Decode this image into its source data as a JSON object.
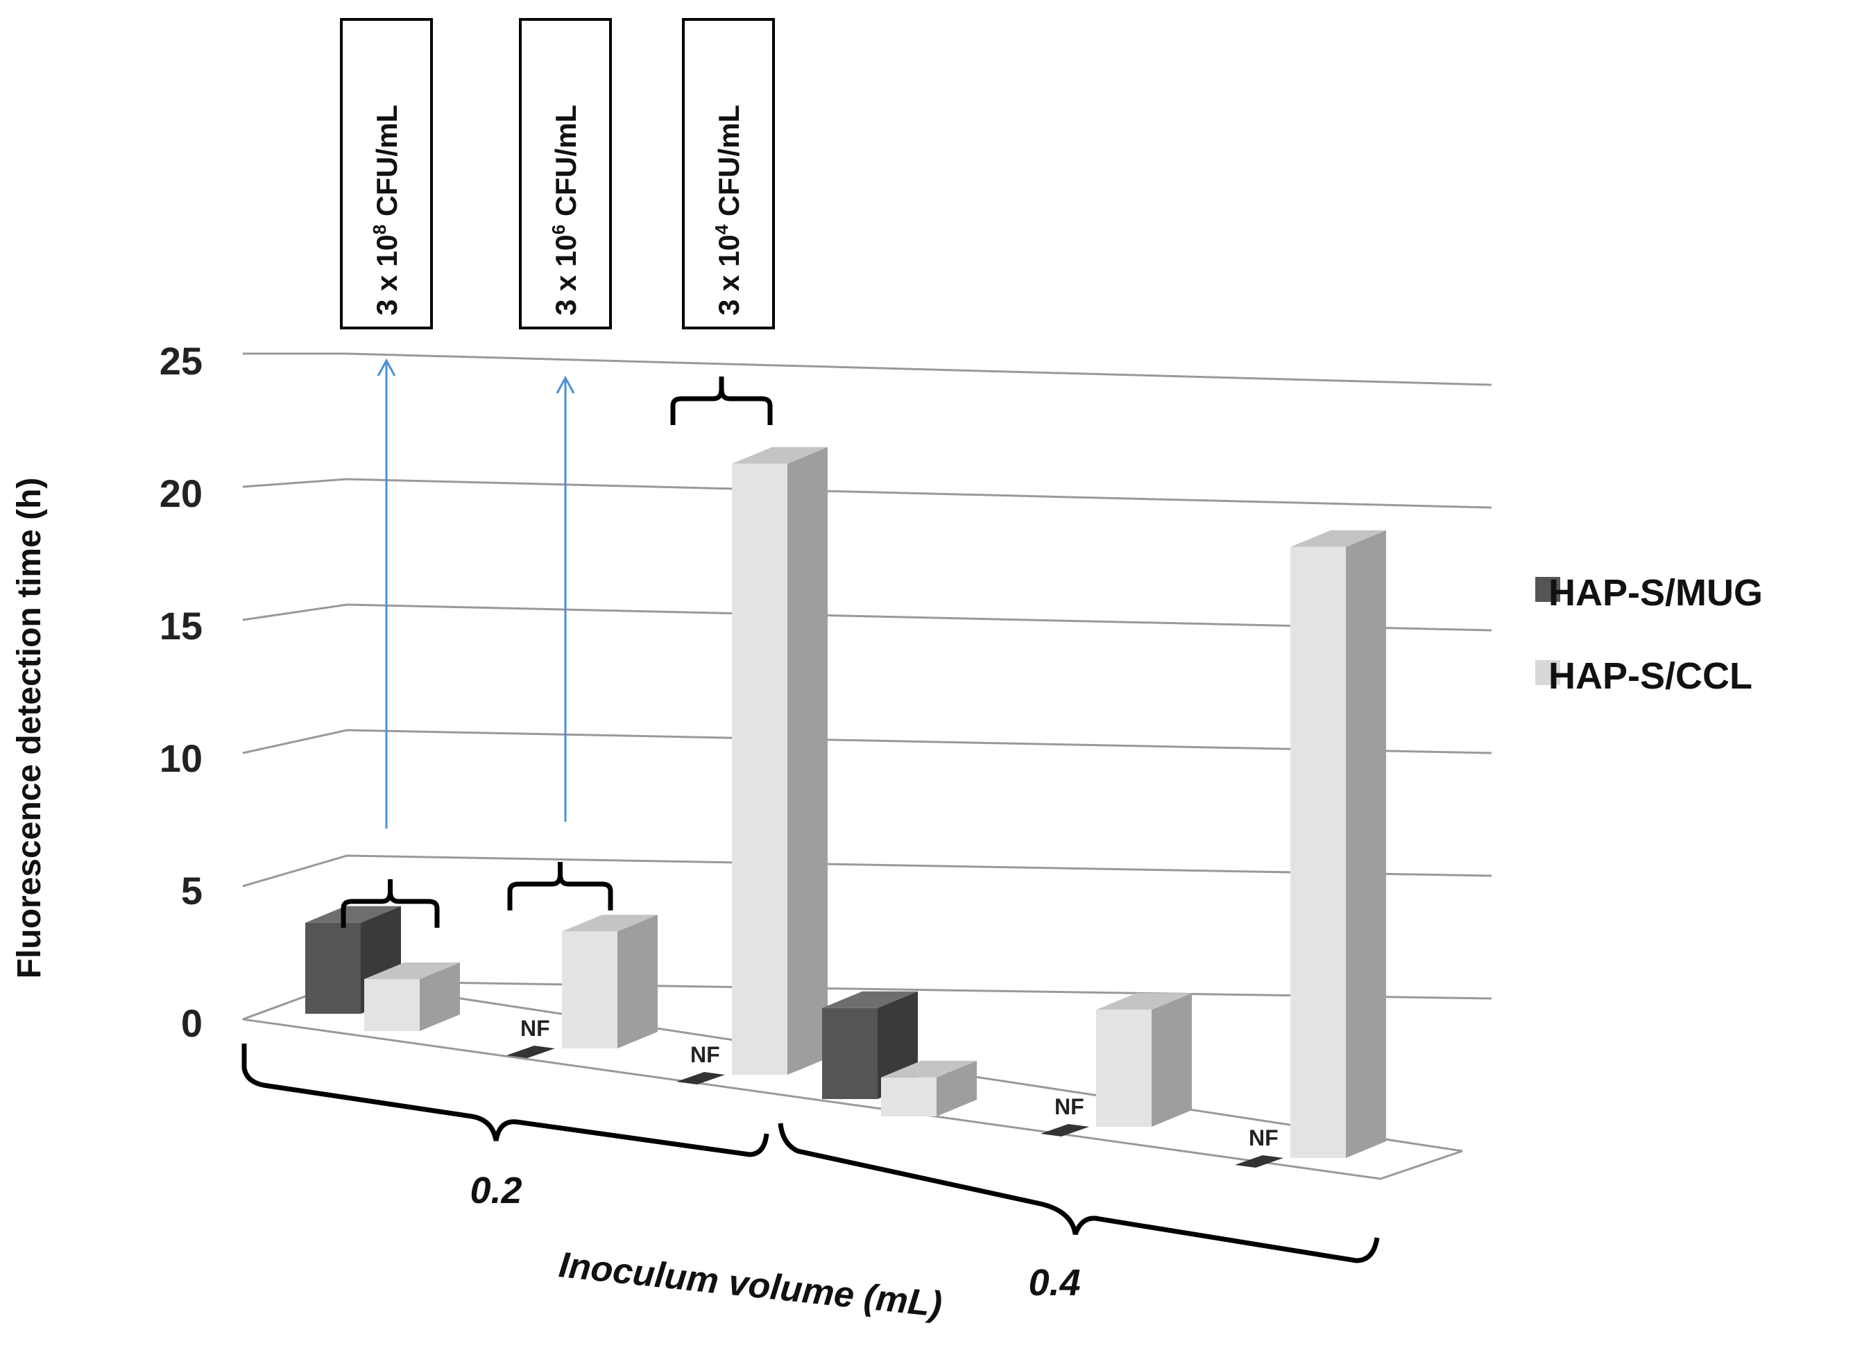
{
  "chart_data": {
    "type": "bar",
    "ylabel": "Fluorescence detection time (h)",
    "xlabel": "Inoculum volume (mL)",
    "ylim": [
      0,
      25
    ],
    "yticks": [
      "0",
      "5",
      "10",
      "15",
      "20",
      "25"
    ],
    "grid": true,
    "legend_position": "right",
    "groups": [
      "0.2",
      "0.4"
    ],
    "concentration_labels": [
      {
        "base": "3 x 10",
        "exp": "8",
        "unit": "CFU/mL"
      },
      {
        "base": "3 x 10",
        "exp": "6",
        "unit": "CFU/mL"
      },
      {
        "base": "3 x 10",
        "exp": "4",
        "unit": "CFU/mL"
      }
    ],
    "not_found_label": "NF",
    "series": [
      {
        "name": "HAP-S/MUG",
        "color": "#555555",
        "values": [
          3.5,
          null,
          null,
          3.5,
          null,
          null
        ]
      },
      {
        "name": "HAP-S/CCL",
        "color": "#d8d8d8",
        "values": [
          2.0,
          4.5,
          23.5,
          1.5,
          4.5,
          23.5
        ]
      }
    ]
  }
}
